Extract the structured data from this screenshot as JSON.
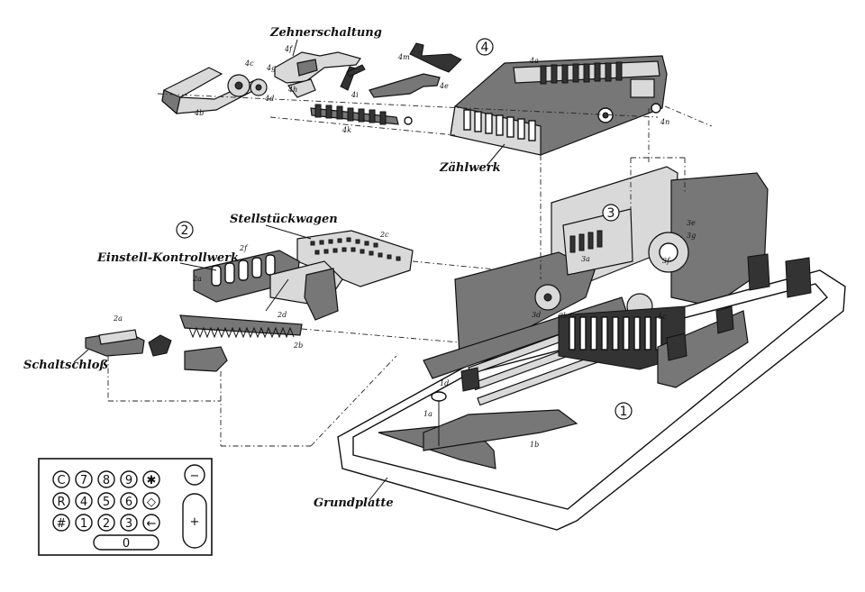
{
  "labels": {
    "zehnerschaltung": "Zehnerschaltung",
    "zaehlwerk": "Zählwerk",
    "stellstueckwagen": "Stellstückwagen",
    "einstell": "Einstell-Kontrollwerk",
    "schaltschloss": "Schaltschloß",
    "grundplatte": "Grundplatte"
  },
  "group_numbers": [
    "1",
    "2",
    "3",
    "4"
  ],
  "part_labels": {
    "p4f": "4f",
    "p4g": "4g",
    "p4c": "4c",
    "p4h": "4h",
    "p4d": "4d",
    "p4i": "4i",
    "p4b": "4b",
    "p4k": "4k",
    "p4m": "4m",
    "p4e": "4e",
    "p4a": "4a",
    "p4n": "4n",
    "p2f": "2f",
    "p2c": "2c",
    "p2a": "2a",
    "p2d": "2d",
    "p2b": "2b",
    "p2a2": "2a",
    "p3e": "3e",
    "p3g": "3g",
    "p3f": "3f",
    "p3a": "3a",
    "p3d": "3d",
    "p3b": "3b",
    "p1c": "1c",
    "p1d": "1d",
    "p1a": "1a",
    "p1b": "1b"
  },
  "keypad": {
    "row1": [
      "C",
      "7",
      "8",
      "9",
      "✱"
    ],
    "row2": [
      "R",
      "4",
      "5",
      "6",
      "◇"
    ],
    "row3": [
      "#",
      "1",
      "2",
      "3",
      "←"
    ],
    "zero": "0",
    "minus": "−",
    "plus": "+"
  }
}
